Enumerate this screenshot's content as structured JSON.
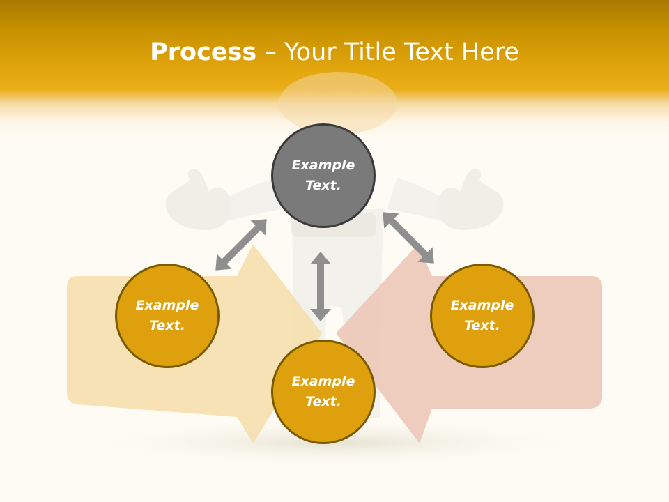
{
  "title": {
    "bold": "Process",
    "rest": " – Your Title Text Here"
  },
  "nodes": {
    "center": "Example Text.",
    "left": "Example Text.",
    "right": "Example Text.",
    "bottom": "Example Text."
  },
  "colors": {
    "header_gold": "#e9ae18",
    "circle_gold": "#dea00c",
    "circle_grey": "#7a7a7a",
    "arrow_grey": "#8f8f8f"
  }
}
